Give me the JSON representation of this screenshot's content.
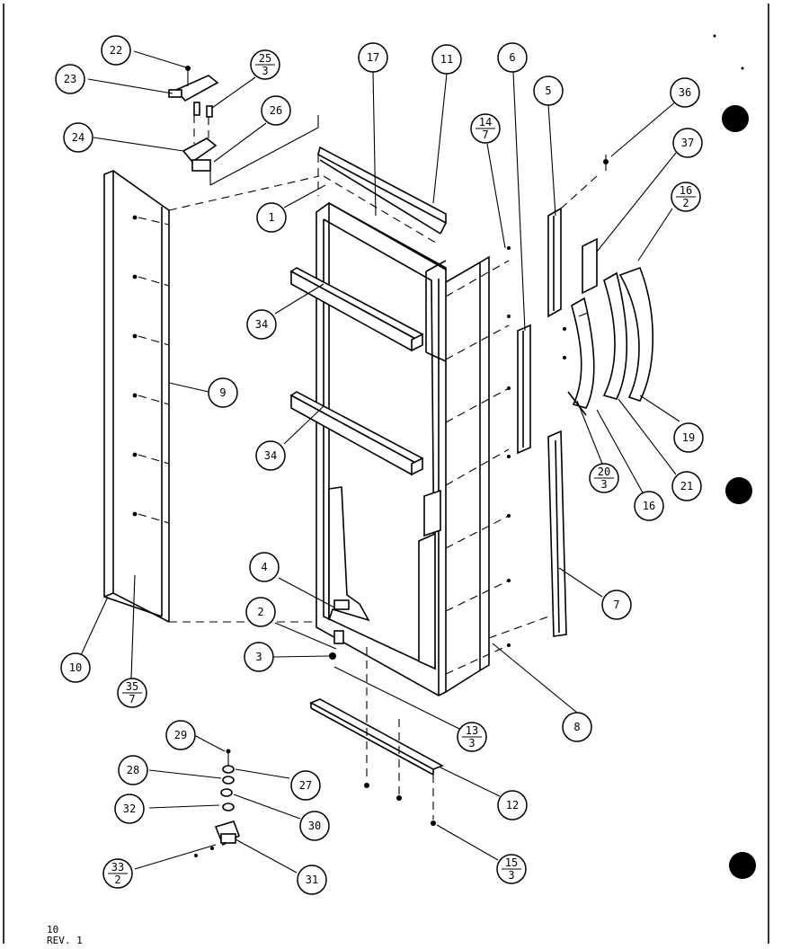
{
  "callouts": {
    "c1": "1",
    "c2": "2",
    "c3": "3",
    "c4": "4",
    "c5": "5",
    "c6": "6",
    "c7": "7",
    "c8": "8",
    "c9": "9",
    "c10": "10",
    "c11": "11",
    "c12": "12",
    "c13_top": "13",
    "c13_bot": "3",
    "c14_top": "14",
    "c14_bot": "7",
    "c15_top": "15",
    "c15_bot": "3",
    "c16a_top": "16",
    "c16a_bot": "2",
    "c16b": "16",
    "c17": "17",
    "c19": "19",
    "c20_top": "20",
    "c20_bot": "3",
    "c21": "21",
    "c22": "22",
    "c23": "23",
    "c24": "24",
    "c25_top": "25",
    "c25_bot": "3",
    "c26": "26",
    "c27": "27",
    "c28": "28",
    "c29": "29",
    "c30": "30",
    "c31": "31",
    "c32": "32",
    "c33_top": "33",
    "c33_bot": "2",
    "c34a": "34",
    "c34b": "34",
    "c35_top": "35",
    "c35_bot": "7",
    "c36": "36",
    "c37": "37"
  },
  "footer": {
    "page": "10",
    "rev": "REV. 1"
  }
}
